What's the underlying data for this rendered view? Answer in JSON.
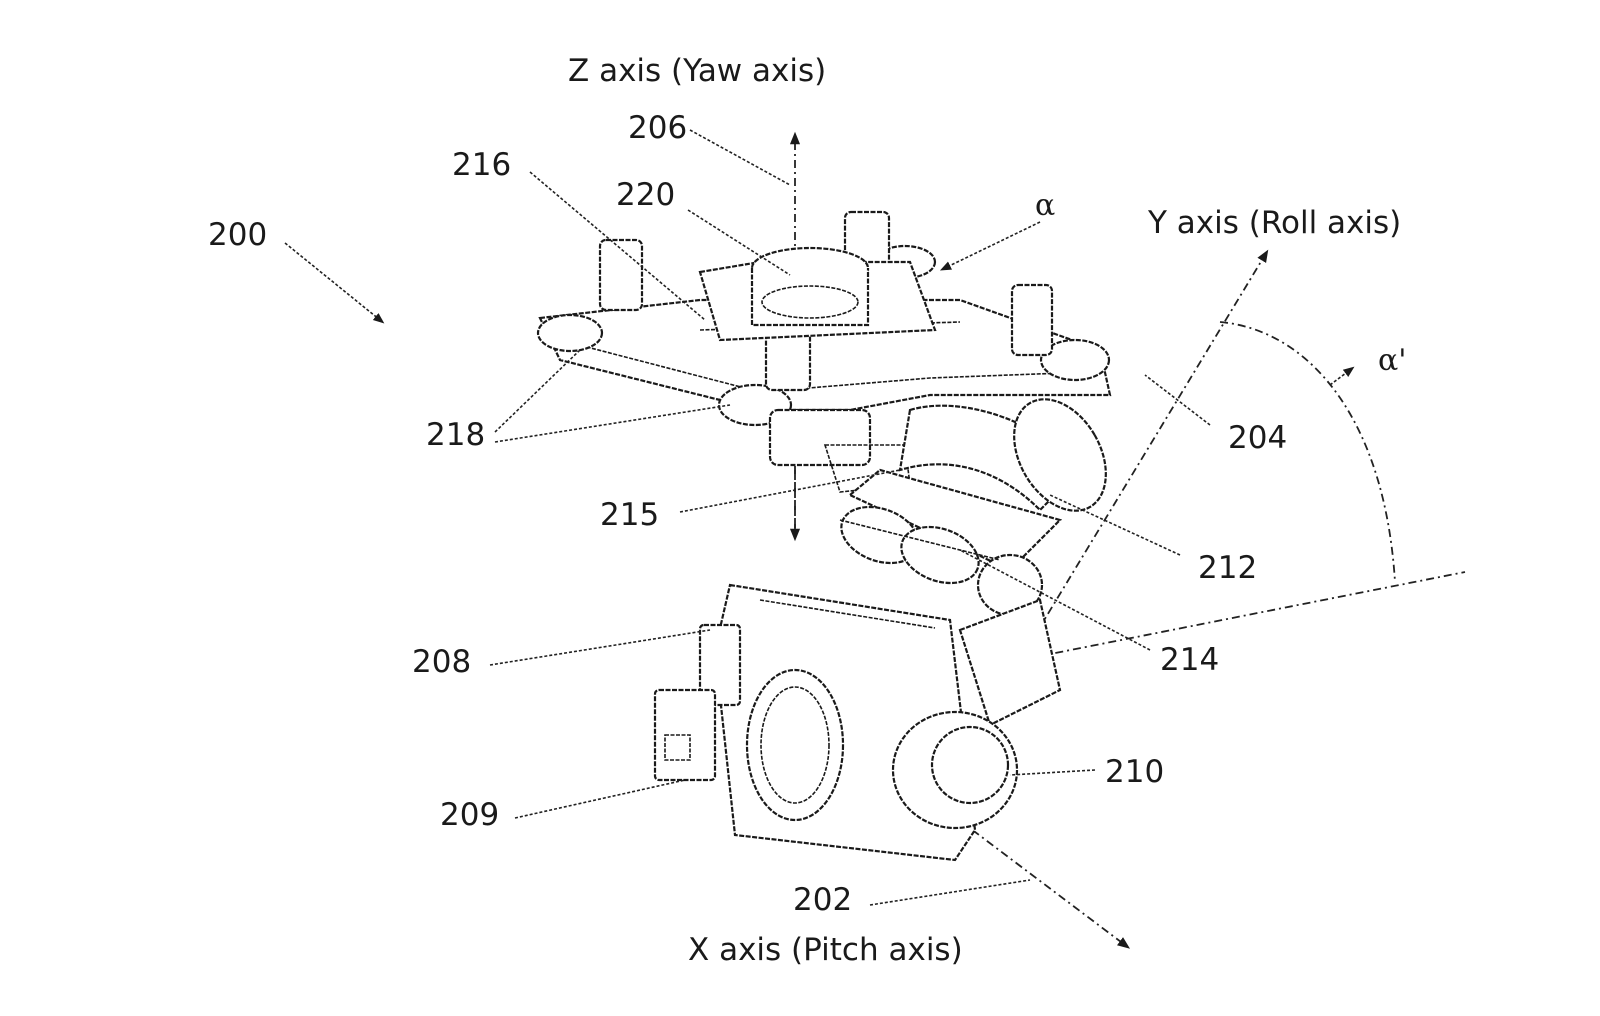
{
  "figure": {
    "axes": {
      "z": "Z axis (Yaw axis)",
      "y": "Y axis (Roll axis)",
      "x": "X axis (Pitch axis)"
    },
    "angles": {
      "alpha": "α",
      "alpha_prime": "α'"
    },
    "refs": {
      "r200": "200",
      "r206": "206",
      "r216": "216",
      "r220": "220",
      "r218": "218",
      "r204": "204",
      "r215": "215",
      "r212": "212",
      "r208": "208",
      "r214": "214",
      "r210": "210",
      "r209": "209",
      "r202": "202"
    }
  }
}
